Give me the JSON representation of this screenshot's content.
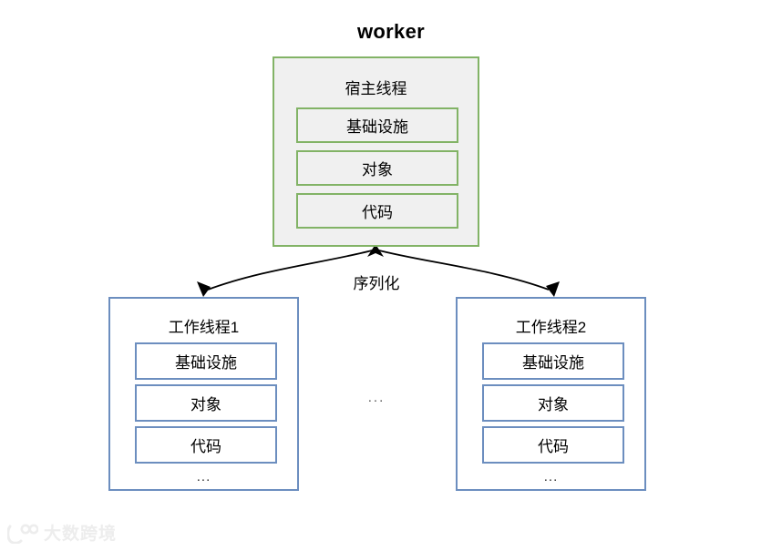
{
  "diagram": {
    "title": "worker",
    "type": "block-diagram",
    "background_color": "#ffffff",
    "host": {
      "title": "宿主线程",
      "border_color": "#82b366",
      "fill_color": "#f0f0f0",
      "items": [
        {
          "label": "基础设施"
        },
        {
          "label": "对象"
        },
        {
          "label": "代码"
        }
      ]
    },
    "edge": {
      "label": "序列化",
      "color": "#000000",
      "style": "curved-double-arrow"
    },
    "between_workers_ellipsis": "...",
    "workers": [
      {
        "title": "工作线程1",
        "border_color": "#6c8ebf",
        "fill_color": "#ffffff",
        "items": [
          {
            "label": "基础设施"
          },
          {
            "label": "对象"
          },
          {
            "label": "代码"
          }
        ],
        "ellipsis": "..."
      },
      {
        "title": "工作线程2",
        "border_color": "#6c8ebf",
        "fill_color": "#ffffff",
        "items": [
          {
            "label": "基础设施"
          },
          {
            "label": "对象"
          },
          {
            "label": "代码"
          }
        ],
        "ellipsis": "..."
      }
    ]
  },
  "watermark": {
    "text": "大数跨境",
    "icon": "logo-icon",
    "color": "#ededed"
  }
}
